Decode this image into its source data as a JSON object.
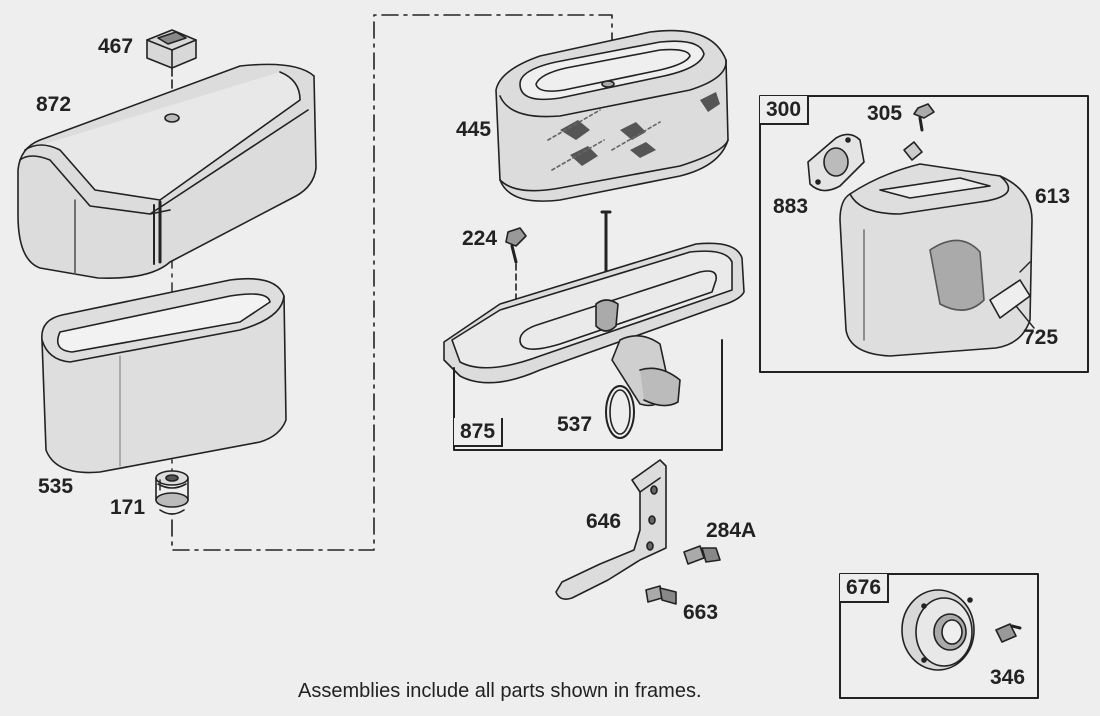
{
  "diagram": {
    "parts": {
      "p467": "467",
      "p872": "872",
      "p535": "535",
      "p171": "171",
      "p445": "445",
      "p224": "224",
      "p537": "537",
      "p646": "646",
      "p284a": "284A",
      "p663": "663",
      "p305": "305",
      "p883": "883",
      "p613": "613",
      "p725": "725",
      "p346": "346"
    },
    "frames": {
      "f875": "875",
      "f300": "300",
      "f676": "676"
    },
    "footnote": "Assemblies include all parts shown in frames."
  }
}
